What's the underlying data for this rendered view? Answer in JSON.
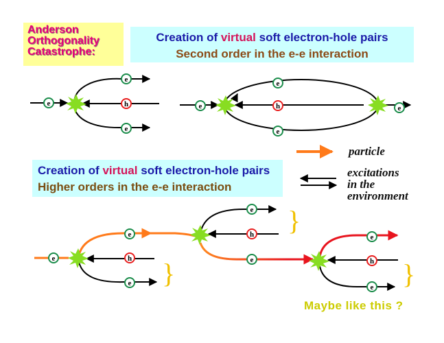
{
  "title": {
    "line1": "Anderson",
    "line2": "Orthogonality",
    "line3": "Catastrophe:"
  },
  "box_second_order": {
    "prefix": "Creation of",
    "virtual": "virtual",
    "suffix": "soft electron-hole pairs",
    "subtitle": "Second order in the e-e interaction"
  },
  "box_higher_order": {
    "prefix": "Creation of",
    "virtual": "virtual",
    "suffix": "soft electron-hole pairs",
    "subtitle": "Higher orders in the e-e interaction"
  },
  "legend": {
    "particle": "particle",
    "excitations_line1": "excitations",
    "excitations_line2": "in the",
    "excitations_line3": "environment"
  },
  "caption": "Maybe like this ?",
  "labels": {
    "electron": "e",
    "hole": "h"
  },
  "colors": {
    "particle_arrow": "#ff7a1a",
    "red_arrow": "#e8141e",
    "burst": "#88dd22",
    "brace": "#f0c000",
    "electron_ring": "#1a8c4a",
    "hole_ring": "#e81e1e"
  }
}
